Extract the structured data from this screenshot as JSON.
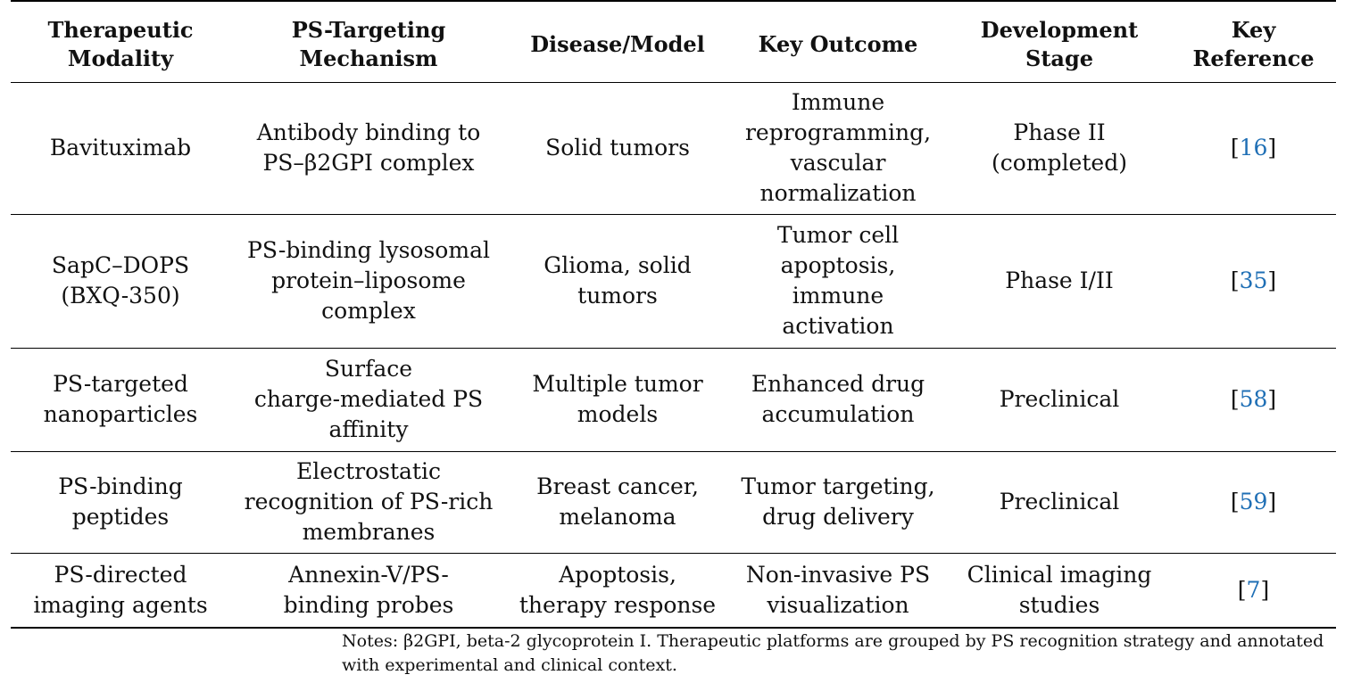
{
  "table": {
    "headers": [
      [
        "Therapeutic",
        "Modality"
      ],
      [
        "PS-Targeting",
        "Mechanism"
      ],
      [
        "Disease/Model"
      ],
      [
        "Key Outcome"
      ],
      [
        "Development",
        "Stage"
      ],
      [
        "Key",
        "Reference"
      ]
    ],
    "rows": [
      {
        "modality": [
          "Bavituximab"
        ],
        "mechanism": [
          "Antibody binding to",
          "PS–β2GPI complex"
        ],
        "disease": [
          "Solid tumors"
        ],
        "outcome": [
          "Immune",
          "reprogramming,",
          "vascular",
          "normalization"
        ],
        "stage": [
          "Phase II",
          "(completed)"
        ],
        "reference": "16"
      },
      {
        "modality": [
          "SapC–DOPS",
          "(BXQ-350)"
        ],
        "mechanism": [
          "PS-binding lysosomal",
          "protein–liposome",
          "complex"
        ],
        "disease": [
          "Glioma, solid",
          "tumors"
        ],
        "outcome": [
          "Tumor cell",
          "apoptosis,",
          "immune",
          "activation"
        ],
        "stage": [
          "Phase I/II"
        ],
        "reference": "35"
      },
      {
        "modality": [
          "PS-targeted",
          "nanoparticles"
        ],
        "mechanism": [
          "Surface",
          "charge-mediated PS",
          "affinity"
        ],
        "disease": [
          "Multiple tumor",
          "models"
        ],
        "outcome": [
          "Enhanced drug",
          "accumulation"
        ],
        "stage": [
          "Preclinical"
        ],
        "reference": "58"
      },
      {
        "modality": [
          "PS-binding",
          "peptides"
        ],
        "mechanism": [
          "Electrostatic",
          "recognition of PS-rich",
          "membranes"
        ],
        "disease": [
          "Breast cancer,",
          "melanoma"
        ],
        "outcome": [
          "Tumor targeting,",
          "drug delivery"
        ],
        "stage": [
          "Preclinical"
        ],
        "reference": "59"
      },
      {
        "modality": [
          "PS-directed",
          "imaging agents"
        ],
        "mechanism": [
          "Annexin-V/PS-",
          "binding probes"
        ],
        "disease": [
          "Apoptosis,",
          "therapy response"
        ],
        "outcome": [
          "Non-invasive PS",
          "visualization"
        ],
        "stage": [
          "Clinical imaging",
          "studies"
        ],
        "reference": "7"
      }
    ]
  },
  "notes": [
    "Notes: β2GPI, beta-2 glycoprotein I. Therapeutic platforms are grouped by PS recognition strategy and annotated",
    "with experimental and clinical context."
  ],
  "colors": {
    "reference_link": "#1f6fb5",
    "text": "#111111",
    "rule": "#000000"
  }
}
